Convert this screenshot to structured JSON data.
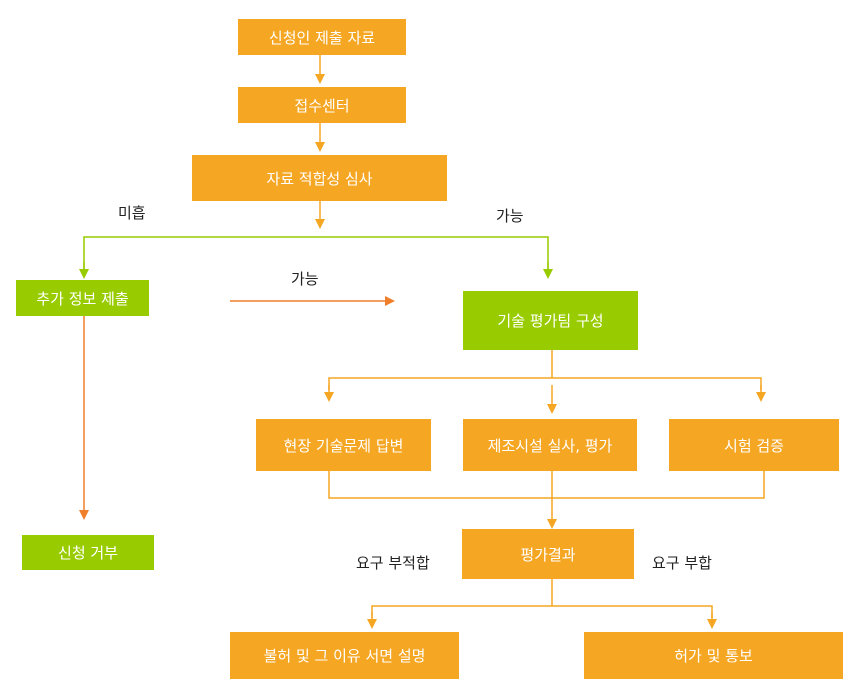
{
  "colors": {
    "orange": "#f5a623",
    "green": "#99cc00",
    "arrow_orange": "#f07f2c"
  },
  "nodes": {
    "applicant_submission": "신청인 제출 자료",
    "reception_center": "접수센터",
    "suitability_review": "자료 적합성 심사",
    "additional_info": "추가 정보 제출",
    "tech_team": "기술 평가팀 구성",
    "rejection": "신청 거부",
    "field_answer": "현장 기술문제 답변",
    "factory_review": "제조시설 실사, 평가",
    "test_verify": "시험 검증",
    "eval_result": "평가결과",
    "denial_explain": "불허 및 그 이유 서면 설명",
    "approval_notice": "허가 및 통보"
  },
  "labels": {
    "insufficient": "미흡",
    "possible_top": "가능",
    "possible_mid": "가능",
    "requirement_unmet": "요구 부적합",
    "requirement_met": "요구 부합"
  }
}
